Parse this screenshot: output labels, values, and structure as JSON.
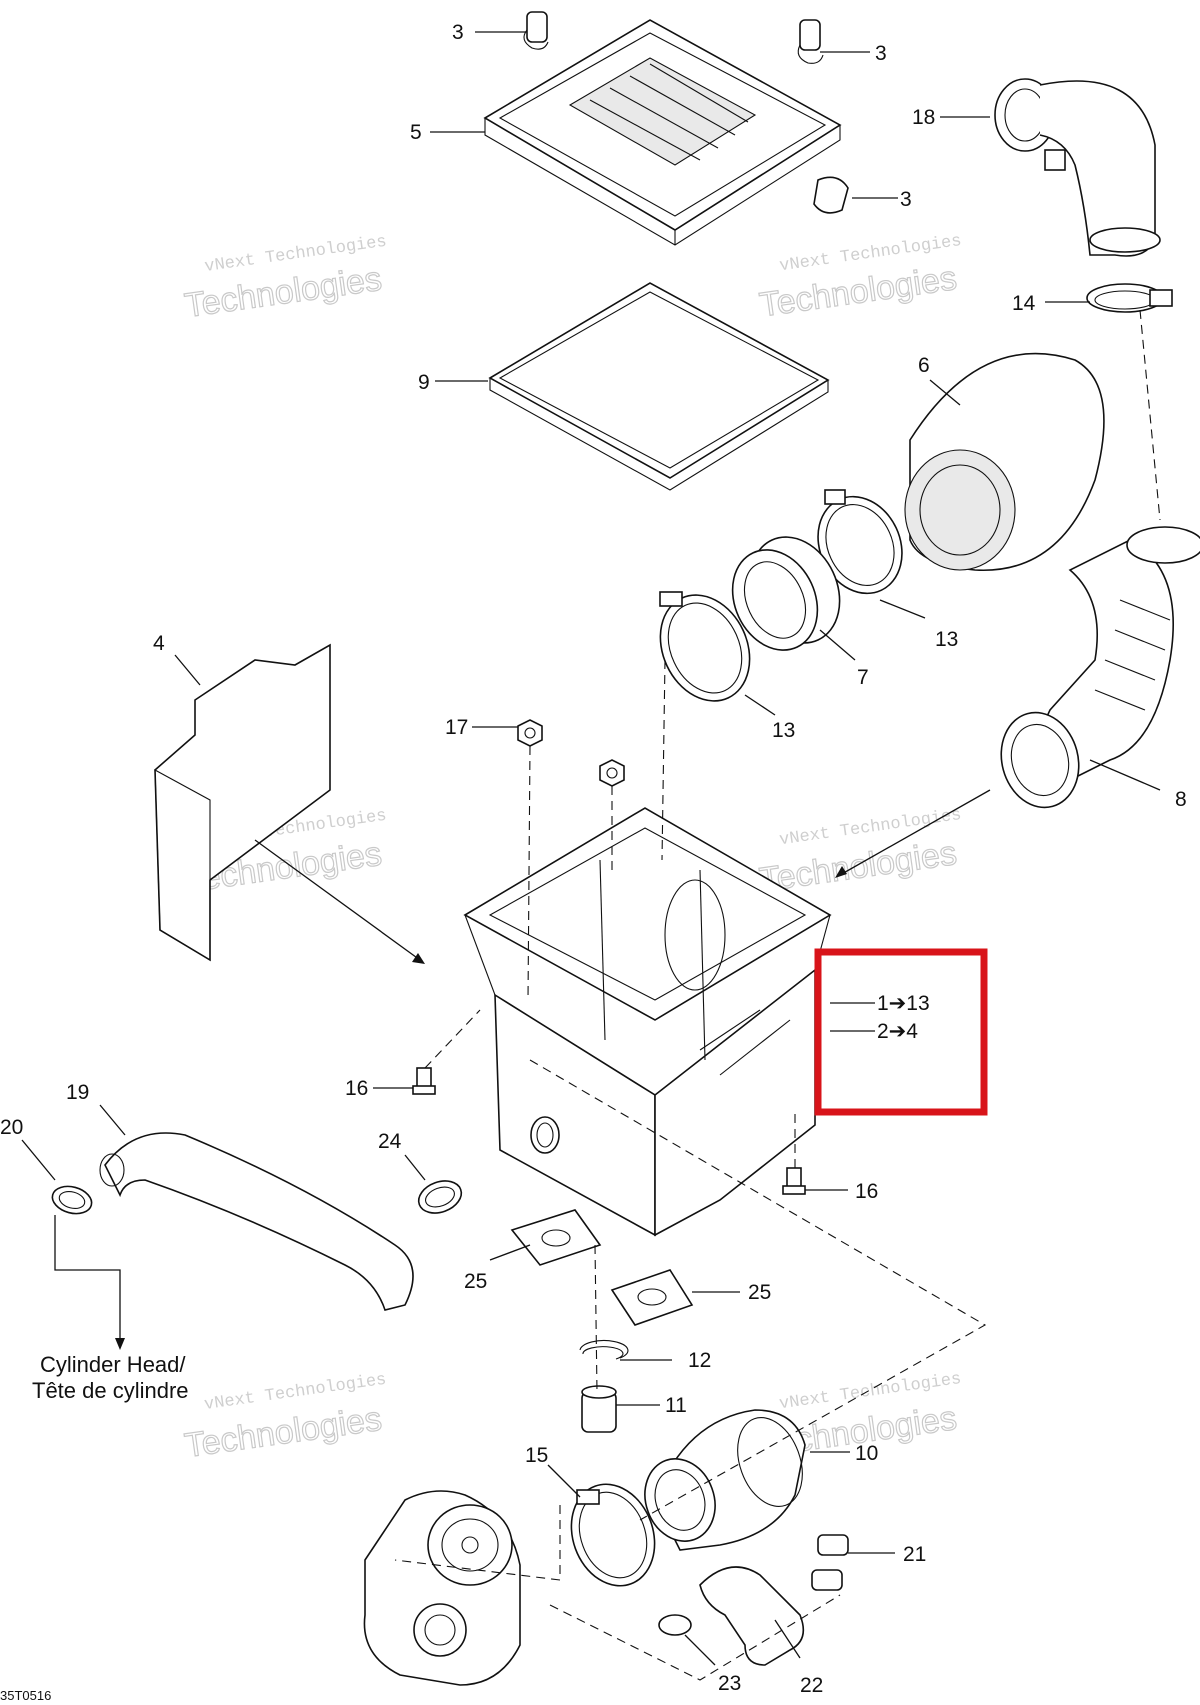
{
  "diagram": {
    "watermark_line1": "vNext Technologies",
    "watermark_line2": "Technologies",
    "drawing_code": "35T0516",
    "note": {
      "line1": "Cylinder Head/",
      "line2": "Tête de cylindre"
    },
    "highlight_box": {
      "color": "#d8141a",
      "line1": "1➔13",
      "line2": "2➔4"
    },
    "callouts": {
      "c3a": "3",
      "c3b": "3",
      "c3c": "3",
      "c5": "5",
      "c18": "18",
      "c9": "9",
      "c14": "14",
      "c6": "6",
      "c13a": "13",
      "c13b": "13",
      "c7": "7",
      "c4": "4",
      "c17": "17",
      "c8": "8",
      "c16a": "16",
      "c16b": "16",
      "c19": "19",
      "c20": "20",
      "c24": "24",
      "c25a": "25",
      "c25b": "25",
      "c12": "12",
      "c11": "11",
      "c10": "10",
      "c15": "15",
      "c21": "21",
      "c23": "23",
      "c22": "22"
    }
  }
}
